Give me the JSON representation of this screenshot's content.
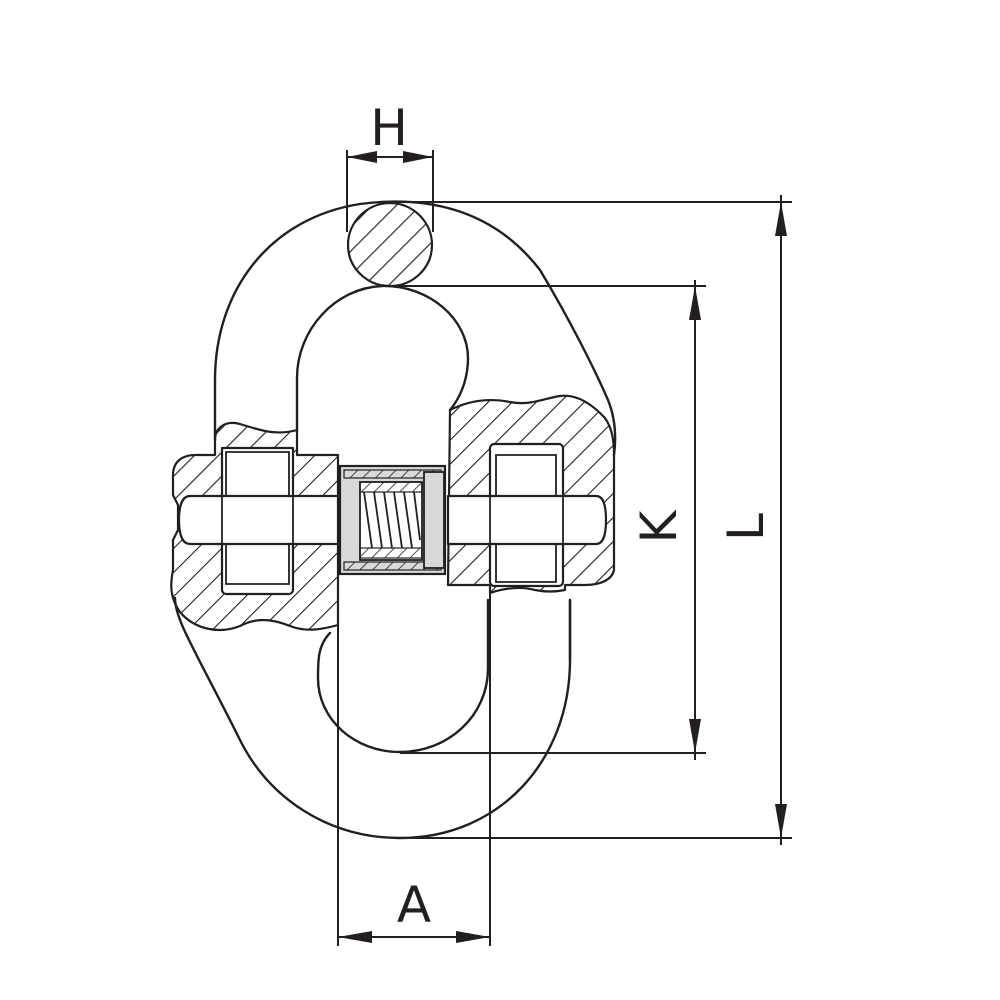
{
  "dimensions": {
    "H": "H",
    "K": "K",
    "L": "L",
    "A": "A"
  },
  "colors": {
    "line": "#231f20",
    "hatch": "#231f20",
    "sleeve": "#d9d9d9",
    "background": "#ffffff"
  }
}
